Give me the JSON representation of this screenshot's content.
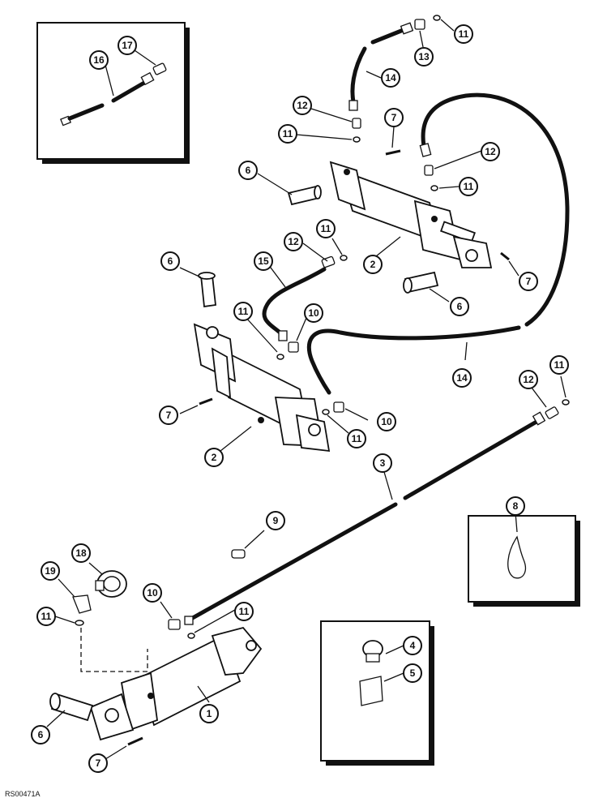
{
  "figure_ref": "RS00471A",
  "callouts": [
    {
      "id": "c17",
      "label": "17"
    },
    {
      "id": "c16",
      "label": "16"
    },
    {
      "id": "c11a",
      "label": "11"
    },
    {
      "id": "c13",
      "label": "13"
    },
    {
      "id": "c14a",
      "label": "14"
    },
    {
      "id": "c12a",
      "label": "12"
    },
    {
      "id": "c11b",
      "label": "11"
    },
    {
      "id": "c7a",
      "label": "7"
    },
    {
      "id": "c12b",
      "label": "12"
    },
    {
      "id": "c11c",
      "label": "11"
    },
    {
      "id": "c6a",
      "label": "6"
    },
    {
      "id": "c11d",
      "label": "11"
    },
    {
      "id": "c12c",
      "label": "12"
    },
    {
      "id": "c6b",
      "label": "6"
    },
    {
      "id": "c15",
      "label": "15"
    },
    {
      "id": "c2a",
      "label": "2"
    },
    {
      "id": "c7b",
      "label": "7"
    },
    {
      "id": "c6c",
      "label": "6"
    },
    {
      "id": "c11e",
      "label": "11"
    },
    {
      "id": "c10a",
      "label": "10"
    },
    {
      "id": "c14b",
      "label": "14"
    },
    {
      "id": "c11f",
      "label": "11"
    },
    {
      "id": "c12d",
      "label": "12"
    },
    {
      "id": "c7c",
      "label": "7"
    },
    {
      "id": "c10b",
      "label": "10"
    },
    {
      "id": "c11g",
      "label": "11"
    },
    {
      "id": "c2b",
      "label": "2"
    },
    {
      "id": "c3",
      "label": "3"
    },
    {
      "id": "c9",
      "label": "9"
    },
    {
      "id": "c8",
      "label": "8"
    },
    {
      "id": "c18",
      "label": "18"
    },
    {
      "id": "c19",
      "label": "19"
    },
    {
      "id": "c10c",
      "label": "10"
    },
    {
      "id": "c11h",
      "label": "11"
    },
    {
      "id": "c11i",
      "label": "11"
    },
    {
      "id": "c4",
      "label": "4"
    },
    {
      "id": "c5",
      "label": "5"
    },
    {
      "id": "c1",
      "label": "1"
    },
    {
      "id": "c6d",
      "label": "6"
    },
    {
      "id": "c7d",
      "label": "7"
    }
  ]
}
